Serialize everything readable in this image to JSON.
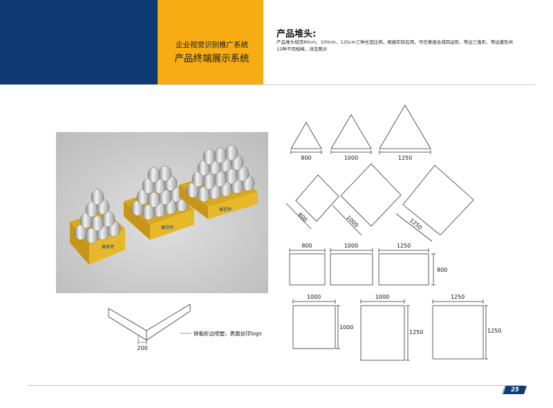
{
  "header": {
    "title_line1": "企业视觉识别推广系统",
    "title_line2": "产品终端展示系统",
    "colors": {
      "blue": "#0f3a73",
      "yellow": "#f6ac12"
    }
  },
  "section": {
    "title": "产品堆头:",
    "description": "产品堆头规范80cm、100cm、125cm三种长宽比例，根据实际应用，可任意组合成四边形、等边三角形、等边菱形共12种不同规格，详见图示"
  },
  "photo": {
    "tray_label": "康百特"
  },
  "triangles": {
    "labels": [
      "800",
      "1000",
      "1250"
    ]
  },
  "diamonds": {
    "labels": [
      "800",
      "1000",
      "1250"
    ]
  },
  "rectangles": {
    "width_labels": [
      "800",
      "1000",
      "1250"
    ],
    "height_label": "800"
  },
  "squares": {
    "width_labels": [
      "1000",
      "1000",
      "1250"
    ],
    "height_labels": [
      "1000",
      "1250",
      "1250"
    ]
  },
  "detail": {
    "dim_label": "200",
    "note": "铁板折边喷塑，表面丝印logo"
  },
  "footer": {
    "page_number": "25"
  }
}
